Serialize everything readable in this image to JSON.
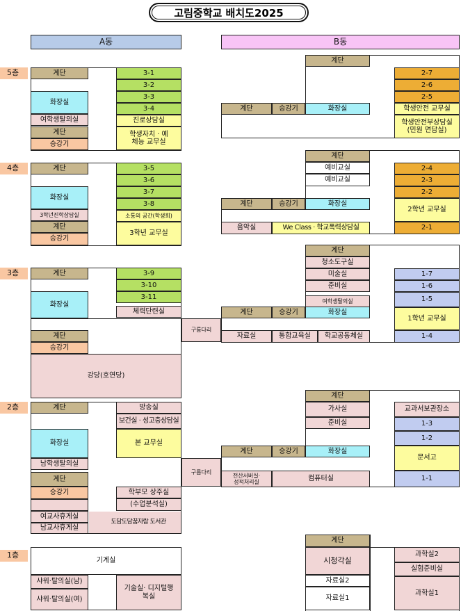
{
  "title": "고림중학교 배치도2025",
  "buildings": {
    "a": "A동",
    "b": "B동"
  },
  "floors": {
    "f5": "5층",
    "f4": "4층",
    "f3": "3층",
    "f2": "2층",
    "f1": "1층"
  },
  "rooms": {
    "stairs": "계단",
    "elevator": "승강기",
    "restroom": "화장실",
    "bridge": "구름다리",
    "f5": {
      "girls_change": "여학생탈의실",
      "c31": "3-1",
      "c32": "3-2",
      "c33": "3-3",
      "c34": "3-4",
      "career": "진로상담실",
      "student_office": "학생자치 · 예체능 교무실",
      "c27": "2-7",
      "c26": "2-6",
      "c25": "2-5",
      "safety_office": "학생안전 교무실",
      "safety_counsel_1": "학생안전부상담실",
      "safety_counsel_2": "(민원 면담실)"
    },
    "f4": {
      "g3_counsel": "3학년진학상담실",
      "c35": "3-5",
      "c36": "3-6",
      "c37": "3-7",
      "c38": "3-8",
      "commons": "소통의 공간(학생회)",
      "g3_office": "3학년 교무실",
      "spare1": "예비교실",
      "spare2": "예비교실",
      "music": "음악실",
      "wee": "We Class · 학교폭력상담실",
      "c24": "2-4",
      "c23": "2-3",
      "c22": "2-2",
      "g2_office": "2학년 교무실",
      "c21": "2-1"
    },
    "f3": {
      "c39": "3-9",
      "c310": "3-10",
      "c311": "3-11",
      "fitness": "체력단련실",
      "auditorium": "강당(호연당)",
      "janitor": "청소도구실",
      "art": "미술실",
      "prep": "준비실",
      "girls_change": "여학생탈의실",
      "resource": "자료실",
      "integrated": "통합교육실",
      "coop": "학교공동체실",
      "c17": "1-7",
      "c16": "1-6",
      "c15": "1-5",
      "g1_office": "1학년 교무실",
      "c14": "1-4"
    },
    "f2": {
      "broadcast": "방송실",
      "health": "보건실 · 성고충상담실",
      "main_office": "본 교무실",
      "boys_change": "남학생탈의실",
      "parents": "학부모 상주실",
      "analysis": "(수업분석실)",
      "female_lounge": "여교사휴게실",
      "male_lounge": "남교사휴게실",
      "library": "도담도담꿈자람 도서관",
      "home_ec": "가사실",
      "prep": "준비실",
      "server_1": "전산서버실·",
      "server_2": "성적처리실",
      "computer": "컴퓨터실",
      "textbook": "교과서보관장소",
      "c13": "1-3",
      "c12": "1-2",
      "supplies": "문서고",
      "c11": "1-1"
    },
    "f1": {
      "machine": "기계실",
      "shower_m": "샤워·탈의실(남)",
      "shower_f": "샤워·탈의실(여)",
      "tech": "기술실· 디지털행복실",
      "av": "시청각실",
      "resource2": "자료실2",
      "resource1": "자료실1",
      "science2": "과학실2",
      "lab_prep": "실험준비실",
      "science1": "과학실1"
    }
  }
}
